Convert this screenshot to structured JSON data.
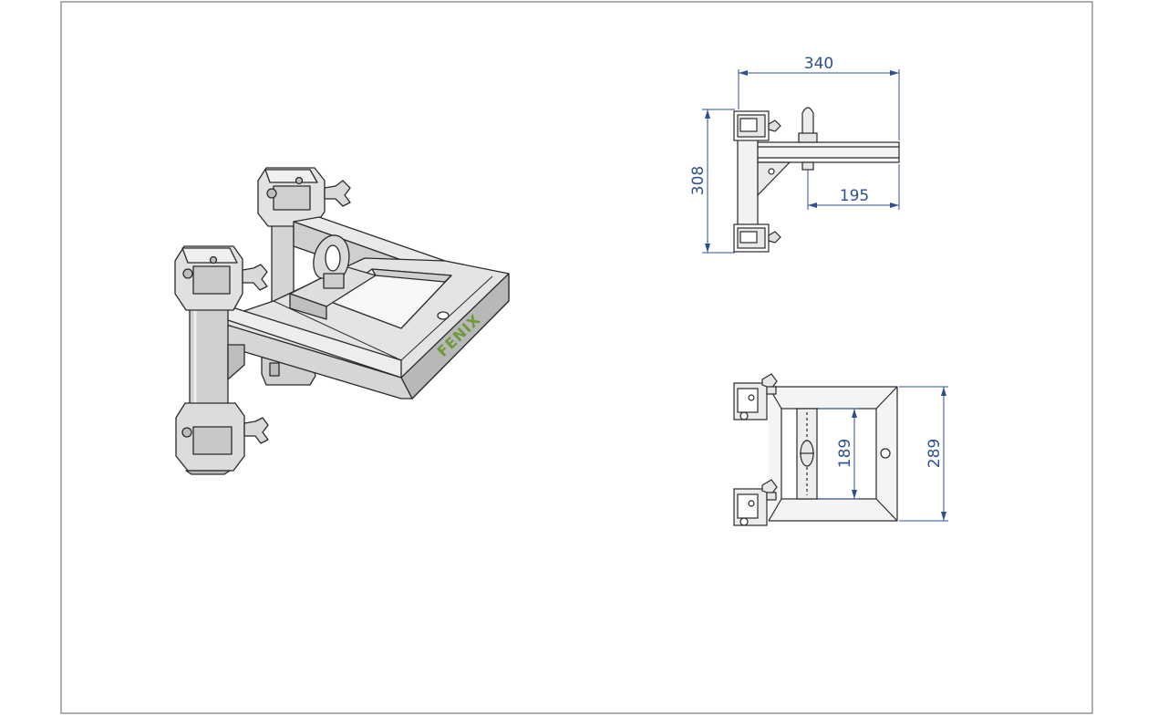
{
  "colors": {
    "dimension": "#2f4f8f",
    "line": "#2a2a2a",
    "metal_light": "#e6e6e6",
    "metal_mid": "#c8c8c8",
    "metal_dark": "#9a9a9a",
    "logo": "#6e9a3c",
    "frame": "#7a7a7a"
  },
  "iso_view": {
    "logo_text": "FENIX"
  },
  "side_view": {
    "dims": {
      "width": "340",
      "height": "308",
      "arm": "195"
    }
  },
  "top_view": {
    "dims": {
      "inner": "189",
      "outer": "289"
    }
  }
}
